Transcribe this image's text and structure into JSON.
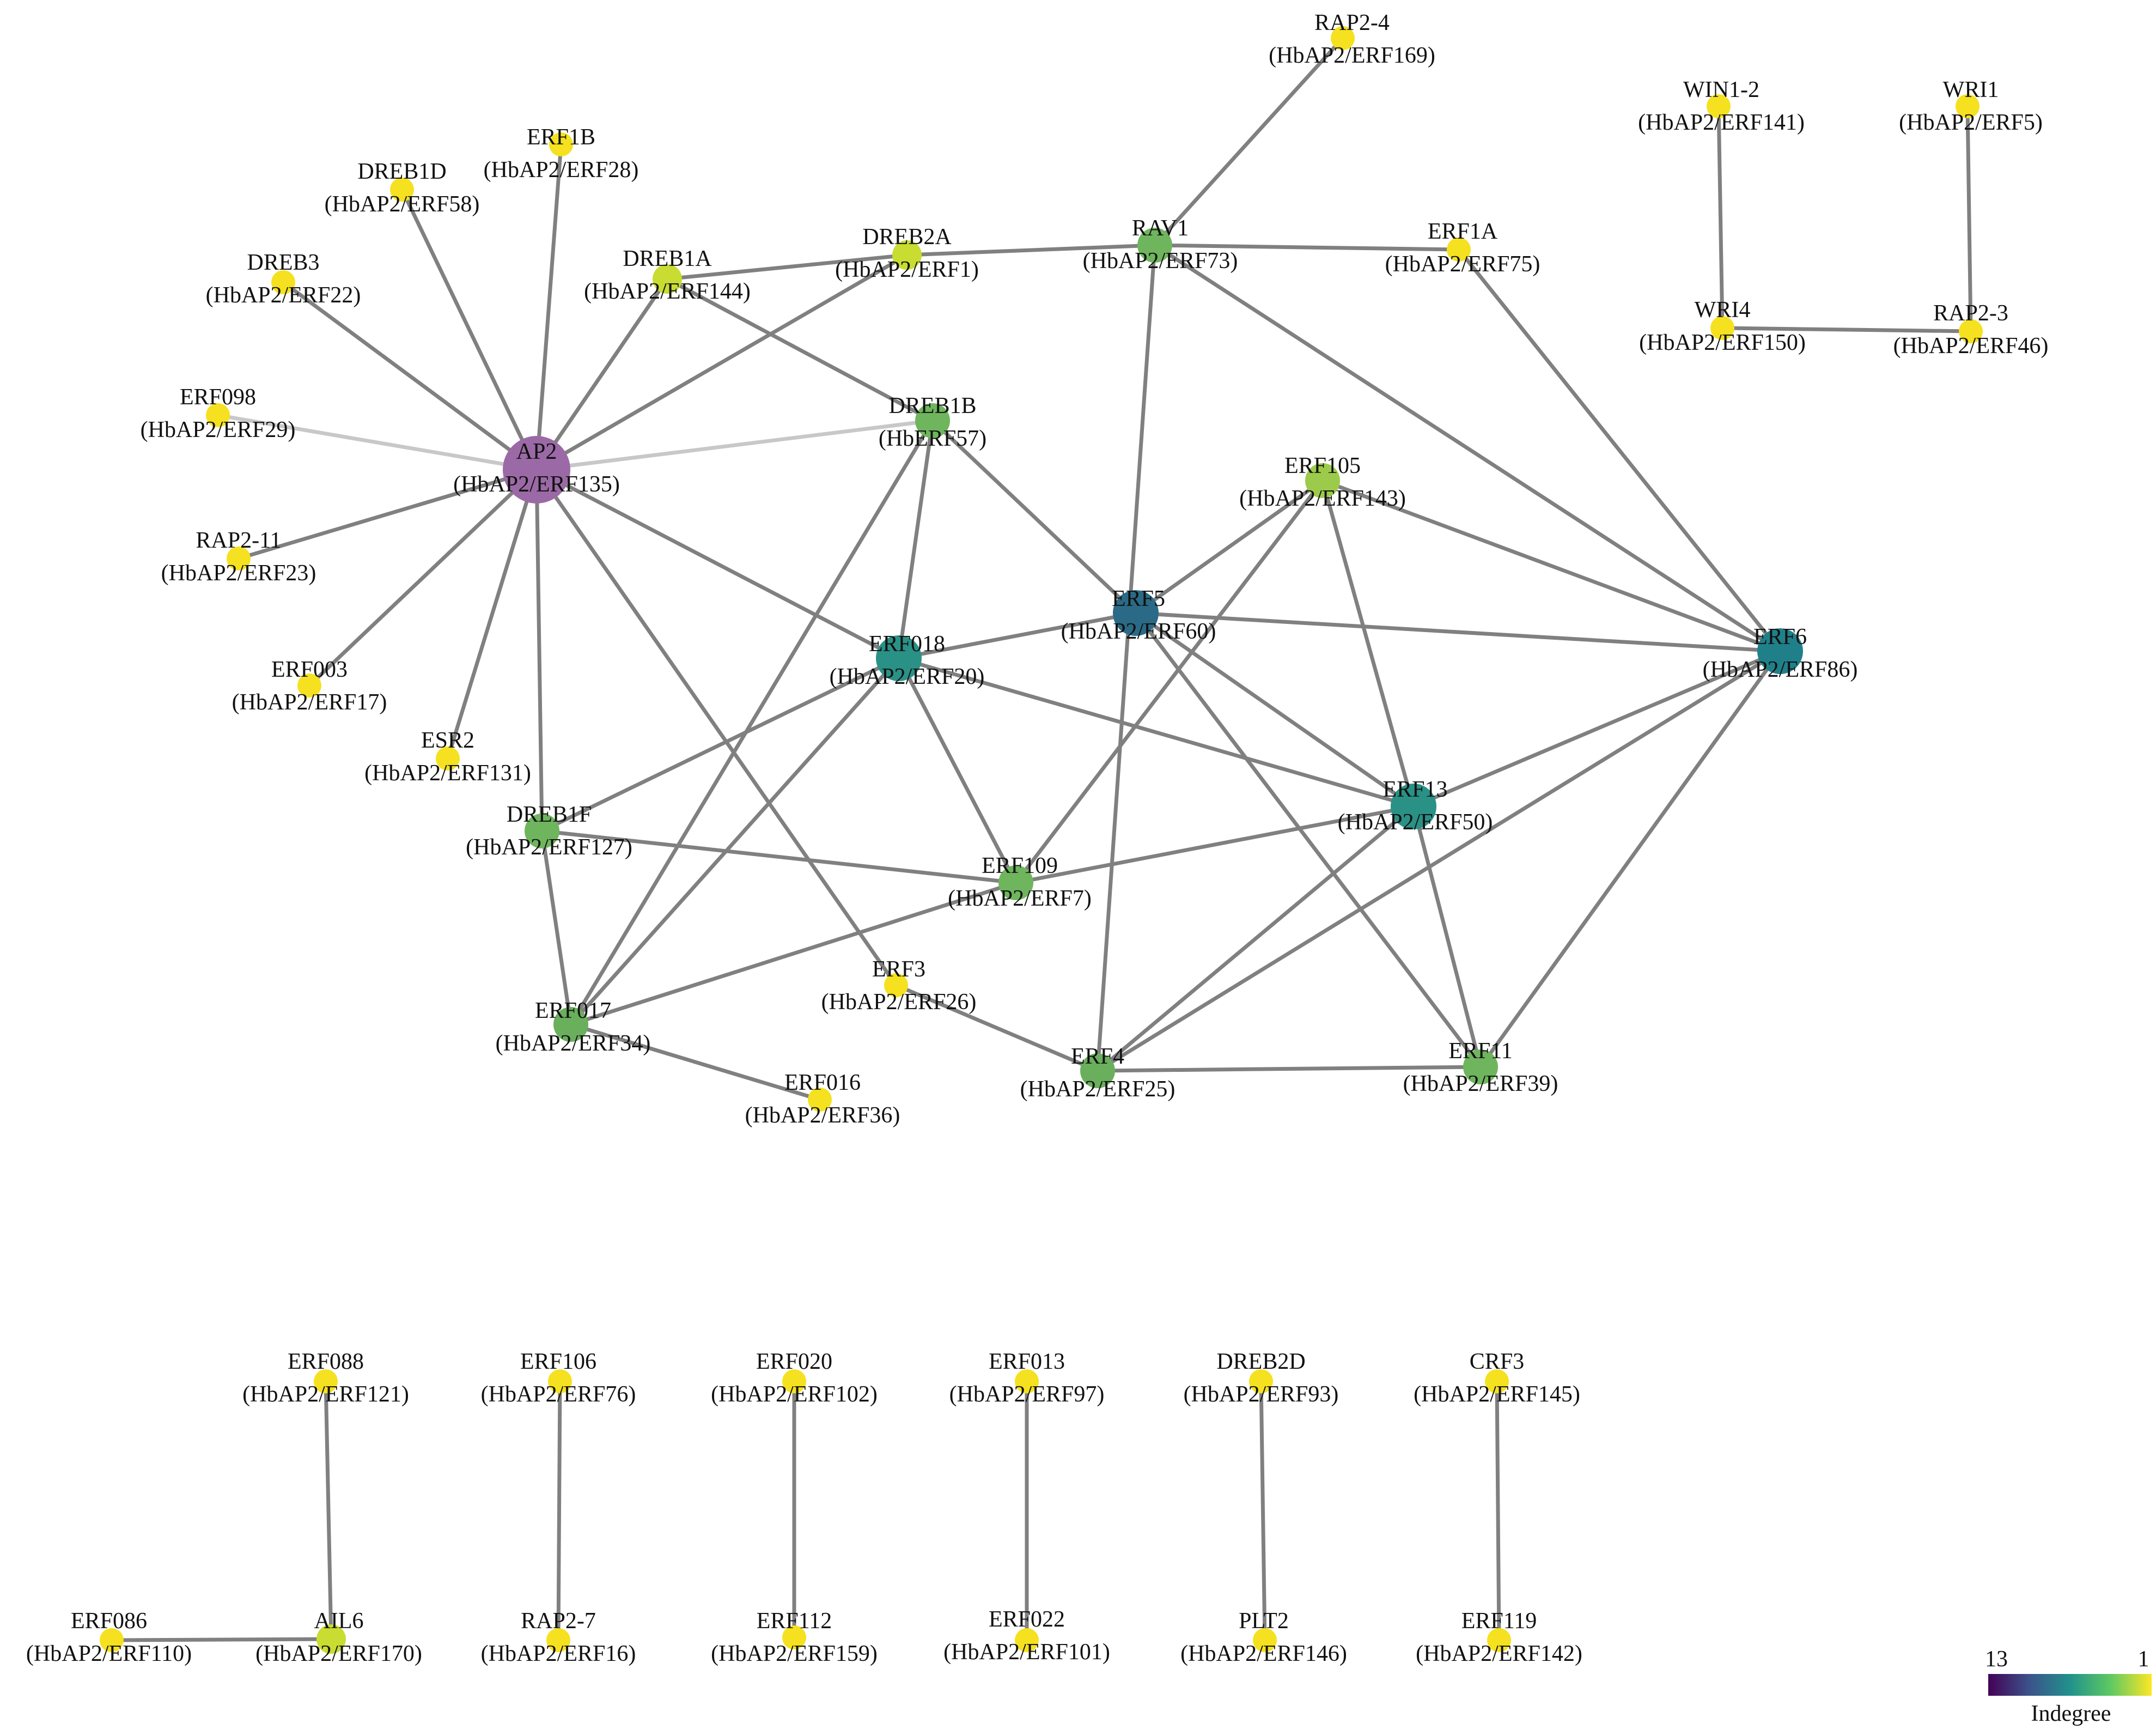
{
  "colors": {
    "edge": "#808080",
    "edge_faint": "#c8c8c8",
    "indegree_1": "#f5e11f",
    "indegree_2": "#c8dc32",
    "indegree_3": "#9ccb4b",
    "indegree_4": "#6fb55d",
    "indegree_5": "#6aaf5c",
    "indegree_8": "#2a9186",
    "indegree_9": "#20808a",
    "indegree_11": "#2a6a86",
    "indegree_13": "#9b6aa6",
    "label": "#111111"
  },
  "nodes": [
    {
      "id": "AP2",
      "name": "AP2",
      "sub": "(HbAP2/ERF135)",
      "indegree": 13
    },
    {
      "id": "ERF1B",
      "name": "ERF1B",
      "sub": "(HbAP2/ERF28)",
      "indegree": 1
    },
    {
      "id": "DREB1D",
      "name": "DREB1D",
      "sub": "(HbAP2/ERF58)",
      "indegree": 1
    },
    {
      "id": "DREB3",
      "name": "DREB3",
      "sub": "(HbAP2/ERF22)",
      "indegree": 1
    },
    {
      "id": "ERF098",
      "name": "ERF098",
      "sub": "(HbAP2/ERF29)",
      "indegree": 1
    },
    {
      "id": "RAP2-11",
      "name": "RAP2-11",
      "sub": "(HbAP2/ERF23)",
      "indegree": 1
    },
    {
      "id": "ERF003",
      "name": "ERF003",
      "sub": "(HbAP2/ERF17)",
      "indegree": 1
    },
    {
      "id": "ESR2",
      "name": "ESR2",
      "sub": "(HbAP2/ERF131)",
      "indegree": 1
    },
    {
      "id": "DREB1A",
      "name": "DREB1A",
      "sub": "(HbAP2/ERF144)",
      "indegree": 2
    },
    {
      "id": "DREB2A",
      "name": "DREB2A",
      "sub": "(HbAP2/ERF1)",
      "indegree": 2
    },
    {
      "id": "RAP2-4",
      "name": "RAP2-4",
      "sub": "(HbAP2/ERF169)",
      "indegree": 1
    },
    {
      "id": "RAV1",
      "name": "RAV1",
      "sub": "(HbAP2/ERF73)",
      "indegree": 4
    },
    {
      "id": "ERF1A",
      "name": "ERF1A",
      "sub": "(HbAP2/ERF75)",
      "indegree": 1
    },
    {
      "id": "DREB1B",
      "name": "DREB1B",
      "sub": "(HbERF57)",
      "indegree": 4
    },
    {
      "id": "ERF105",
      "name": "ERF105",
      "sub": "(HbAP2/ERF143)",
      "indegree": 3
    },
    {
      "id": "ERF5",
      "name": "ERF5",
      "sub": "(HbAP2/ERF60)",
      "indegree": 11
    },
    {
      "id": "ERF018",
      "name": "ERF018",
      "sub": "(HbAP2/ERF20)",
      "indegree": 8
    },
    {
      "id": "ERF6",
      "name": "ERF6",
      "sub": "(HbAP2/ERF86)",
      "indegree": 9
    },
    {
      "id": "ERF13",
      "name": "ERF13",
      "sub": "(HbAP2/ERF50)",
      "indegree": 8
    },
    {
      "id": "DREB1F",
      "name": "DREB1F",
      "sub": "(HbAP2/ERF127)",
      "indegree": 4
    },
    {
      "id": "ERF109",
      "name": "ERF109",
      "sub": "(HbAP2/ERF7)",
      "indegree": 4
    },
    {
      "id": "ERF3",
      "name": "ERF3",
      "sub": "(HbAP2/ERF26)",
      "indegree": 1
    },
    {
      "id": "ERF017",
      "name": "ERF017",
      "sub": "(HbAP2/ERF34)",
      "indegree": 5
    },
    {
      "id": "ERF016",
      "name": "ERF016",
      "sub": "(HbAP2/ERF36)",
      "indegree": 1
    },
    {
      "id": "ERF4",
      "name": "ERF4",
      "sub": "(HbAP2/ERF25)",
      "indegree": 5
    },
    {
      "id": "ERF11",
      "name": "ERF11",
      "sub": "(HbAP2/ERF39)",
      "indegree": 4
    },
    {
      "id": "WIN1-2",
      "name": "WIN1-2",
      "sub": "(HbAP2/ERF141)",
      "indegree": 1
    },
    {
      "id": "WRI1",
      "name": "WRI1",
      "sub": "(HbAP2/ERF5)",
      "indegree": 1
    },
    {
      "id": "WRI4",
      "name": "WRI4",
      "sub": "(HbAP2/ERF150)",
      "indegree": 1
    },
    {
      "id": "RAP2-3",
      "name": "RAP2-3",
      "sub": "(HbAP2/ERF46)",
      "indegree": 1
    },
    {
      "id": "ERF088",
      "name": "ERF088",
      "sub": "(HbAP2/ERF121)",
      "indegree": 1
    },
    {
      "id": "ERF086",
      "name": "ERF086",
      "sub": "(HbAP2/ERF110)",
      "indegree": 1
    },
    {
      "id": "AIL6",
      "name": "AIL6",
      "sub": "(HbAP2/ERF170)",
      "indegree": 2
    },
    {
      "id": "ERF106",
      "name": "ERF106",
      "sub": "(HbAP2/ERF76)",
      "indegree": 1
    },
    {
      "id": "RAP2-7",
      "name": "RAP2-7",
      "sub": "(HbAP2/ERF16)",
      "indegree": 1
    },
    {
      "id": "ERF020",
      "name": "ERF020",
      "sub": "(HbAP2/ERF102)",
      "indegree": 1
    },
    {
      "id": "ERF112",
      "name": "ERF112",
      "sub": "(HbAP2/ERF159)",
      "indegree": 1
    },
    {
      "id": "ERF013",
      "name": "ERF013",
      "sub": "(HbAP2/ERF97)",
      "indegree": 1
    },
    {
      "id": "ERF022",
      "name": "ERF022",
      "sub": "(HbAP2/ERF101)",
      "indegree": 1
    },
    {
      "id": "DREB2D",
      "name": "DREB2D",
      "sub": "(HbAP2/ERF93)",
      "indegree": 1
    },
    {
      "id": "PLT2",
      "name": "PLT2",
      "sub": "(HbAP2/ERF146)",
      "indegree": 1
    },
    {
      "id": "CRF3",
      "name": "CRF3",
      "sub": "(HbAP2/ERF145)",
      "indegree": 1
    },
    {
      "id": "ERF119",
      "name": "ERF119",
      "sub": "(HbAP2/ERF142)",
      "indegree": 1
    }
  ],
  "edges": [
    [
      "AP2",
      "ERF1B"
    ],
    [
      "AP2",
      "DREB1D"
    ],
    [
      "AP2",
      "DREB3"
    ],
    [
      "AP2",
      "ERF098"
    ],
    [
      "AP2",
      "RAP2-11"
    ],
    [
      "AP2",
      "ERF003"
    ],
    [
      "AP2",
      "ESR2"
    ],
    [
      "AP2",
      "DREB1F"
    ],
    [
      "AP2",
      "DREB1A"
    ],
    [
      "AP2",
      "DREB2A"
    ],
    [
      "AP2",
      "DREB1B"
    ],
    [
      "AP2",
      "ERF018"
    ],
    [
      "AP2",
      "ERF3"
    ],
    [
      "DREB1A",
      "DREB2A"
    ],
    [
      "DREB2A",
      "RAV1"
    ],
    [
      "RAV1",
      "ERF1A"
    ],
    [
      "RAV1",
      "RAP2-4"
    ],
    [
      "DREB1A",
      "DREB1B"
    ],
    [
      "DREB1B",
      "ERF5"
    ],
    [
      "DREB1B",
      "ERF018"
    ],
    [
      "DREB1B",
      "ERF017"
    ],
    [
      "RAV1",
      "ERF4"
    ],
    [
      "RAV1",
      "ERF6"
    ],
    [
      "ERF1A",
      "ERF6"
    ],
    [
      "ERF105",
      "ERF5"
    ],
    [
      "ERF105",
      "ERF6"
    ],
    [
      "ERF105",
      "ERF13"
    ],
    [
      "ERF105",
      "ERF109"
    ],
    [
      "ERF5",
      "ERF018"
    ],
    [
      "ERF5",
      "ERF6"
    ],
    [
      "ERF5",
      "ERF13"
    ],
    [
      "ERF5",
      "ERF11"
    ],
    [
      "ERF018",
      "ERF13"
    ],
    [
      "ERF018",
      "ERF109"
    ],
    [
      "ERF018",
      "DREB1F"
    ],
    [
      "ERF018",
      "ERF017"
    ],
    [
      "ERF6",
      "ERF13"
    ],
    [
      "ERF6",
      "ERF4"
    ],
    [
      "ERF6",
      "ERF11"
    ],
    [
      "ERF13",
      "ERF109"
    ],
    [
      "ERF13",
      "ERF4"
    ],
    [
      "ERF13",
      "ERF11"
    ],
    [
      "DREB1F",
      "ERF109"
    ],
    [
      "DREB1F",
      "ERF017"
    ],
    [
      "ERF109",
      "ERF017"
    ],
    [
      "ERF3",
      "ERF4"
    ],
    [
      "ERF4",
      "ERF11"
    ],
    [
      "ERF017",
      "ERF016"
    ],
    [
      "WIN1-2",
      "WRI4"
    ],
    [
      "WRI4",
      "RAP2-3"
    ],
    [
      "WRI1",
      "RAP2-3"
    ],
    [
      "ERF088",
      "AIL6"
    ],
    [
      "ERF086",
      "AIL6"
    ],
    [
      "ERF106",
      "RAP2-7"
    ],
    [
      "ERF020",
      "ERF112"
    ],
    [
      "ERF013",
      "ERF022"
    ],
    [
      "DREB2D",
      "PLT2"
    ],
    [
      "CRF3",
      "ERF119"
    ]
  ],
  "legend": {
    "max_label": "13",
    "min_label": "1",
    "title": "Indegree",
    "gradient": [
      "#440154",
      "#3b528b",
      "#21918c",
      "#5ec962",
      "#c8dc32",
      "#fde725"
    ]
  }
}
